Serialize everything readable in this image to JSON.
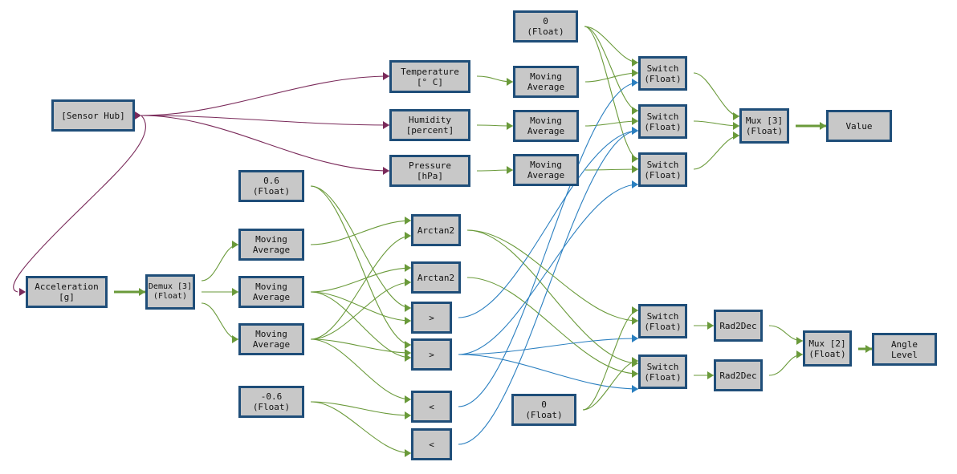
{
  "colors": {
    "float_wire": "#6a9a3a",
    "bool_wire": "#2a7fc0",
    "struct_wire": "#7a2a5a",
    "node_border": "#1f4e79",
    "node_fill": "#c8c8c8"
  },
  "nodes": {
    "sensor_hub": [
      "[Sensor Hub]"
    ],
    "acceleration": [
      "Acceleration",
      "[g]"
    ],
    "demux3": [
      "Demux [3]",
      "(Float)"
    ],
    "temperature": [
      "Temperature",
      "[° C]"
    ],
    "humidity": [
      "Humidity",
      "[percent]"
    ],
    "pressure": [
      "Pressure",
      "[hPa]"
    ],
    "ma_temp": [
      "Moving",
      "Average"
    ],
    "ma_hum": [
      "Moving",
      "Average"
    ],
    "ma_press": [
      "Moving",
      "Average"
    ],
    "zero_top": [
      "0",
      "(Float)"
    ],
    "switch_a": [
      "Switch",
      "(Float)"
    ],
    "switch_b": [
      "Switch",
      "(Float)"
    ],
    "switch_c": [
      "Switch",
      "(Float)"
    ],
    "mux3": [
      "Mux [3]",
      "(Float)"
    ],
    "value": [
      "Value"
    ],
    "c06": [
      "0.6",
      "(Float)"
    ],
    "cneg06": [
      "-0.6",
      "(Float)"
    ],
    "ma_ax": [
      "Moving",
      "Average"
    ],
    "ma_ay": [
      "Moving",
      "Average"
    ],
    "ma_az": [
      "Moving",
      "Average"
    ],
    "arctan2_a": [
      "Arctan2"
    ],
    "arctan2_b": [
      "Arctan2"
    ],
    "gt_a": [
      ">"
    ],
    "gt_b": [
      ">"
    ],
    "lt_a": [
      "<"
    ],
    "lt_b": [
      "<"
    ],
    "switch_d": [
      "Switch",
      "(Float)"
    ],
    "switch_e": [
      "Switch",
      "(Float)"
    ],
    "rad2dec_a": [
      "Rad2Dec"
    ],
    "rad2dec_b": [
      "Rad2Dec"
    ],
    "zero_bottom": [
      "0",
      "(Float)"
    ],
    "mux2": [
      "Mux [2]",
      "(Float)"
    ],
    "angle_level": [
      "Angle",
      "Level"
    ]
  }
}
